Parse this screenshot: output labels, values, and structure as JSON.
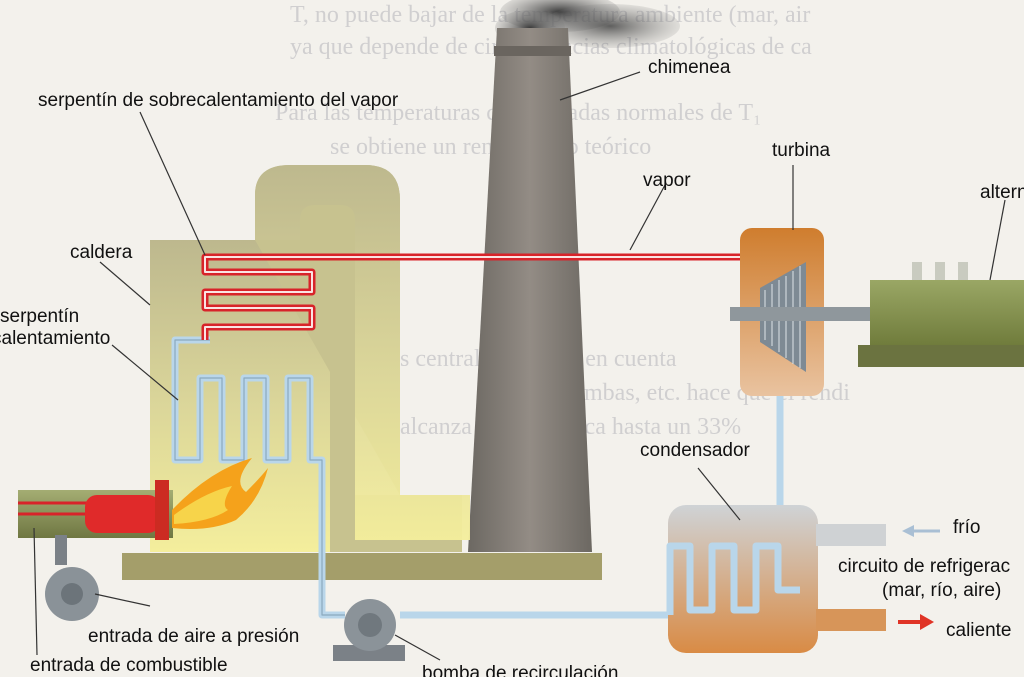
{
  "labels": {
    "chimney": "chimenea",
    "superheater": "serpentín de sobrecalentamiento del vapor",
    "turbine": "turbina",
    "steam": "vapor",
    "alternator": "altern",
    "boiler": "caldera",
    "heating_coil_1": "serpentín",
    "heating_coil_2": "calentamiento",
    "condenser": "condensador",
    "cold": "frío",
    "cooling_1": "circuito de refrigerac",
    "cooling_2": "(mar, río, aire)",
    "hot": "caliente",
    "air_inlet": "entrada de aire a presión",
    "fuel_inlet": "entrada de combustible",
    "pump": "bomba de recirculación"
  },
  "background_text": {
    "line1": "T, no puede bajar de la temperatura ambiente (mar, air",
    "line2": "ya que depende de circunstancias climatológicas de ca",
    "line3": "Para las temperaturas consideradas normales de T₁",
    "line4": "se obtiene un rendimiento teórico",
    "line5": "En las centrales se tiene en cuenta",
    "line6": "bombas, etc. hace que el rendi",
    "line7": "alcanza en la práctica hasta un 33%"
  },
  "colors": {
    "steam_pipe": "#d8232a",
    "water_pipe": "#b7d6ea",
    "chimney": "#807a73",
    "turbine": "#d48a3e",
    "alternator": "#8e9a54",
    "boiler": "#c9c38a",
    "flame": "#f5a21b"
  }
}
